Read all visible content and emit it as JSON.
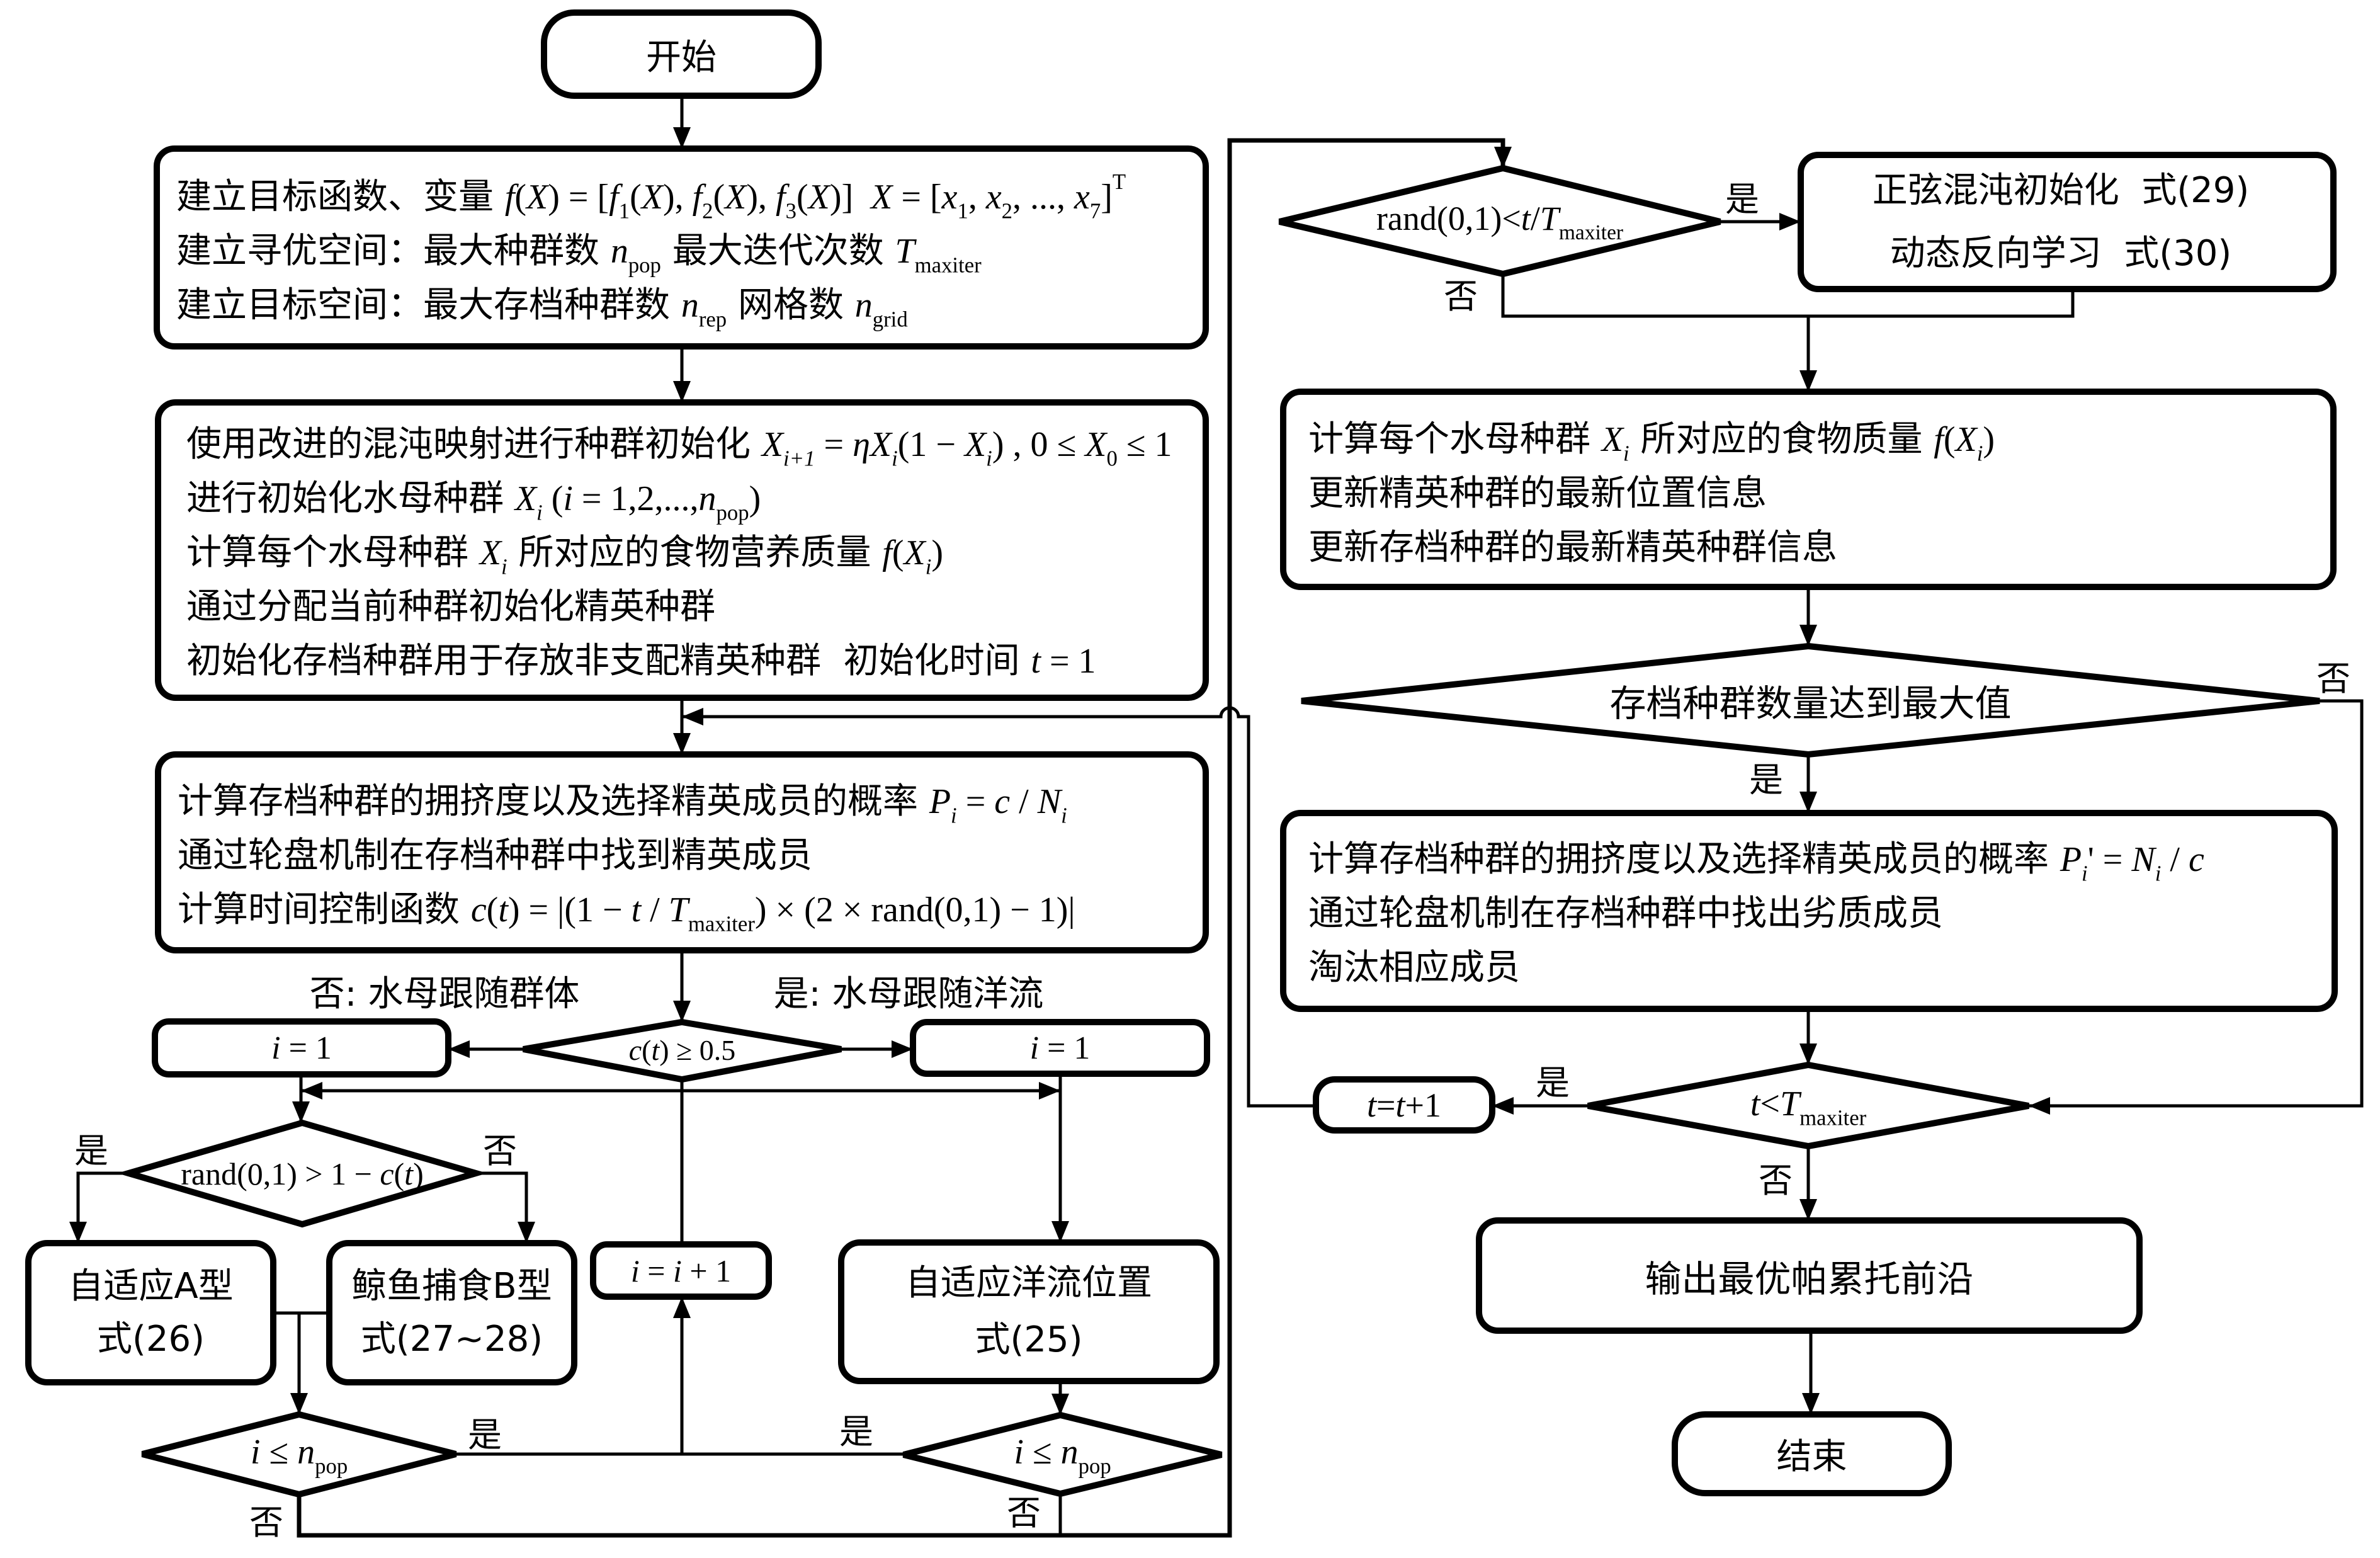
{
  "figure": {
    "type": "flowchart",
    "nodes": {
      "start": {
        "label": "开始"
      },
      "problem_setup": {
        "lines": [
          [
            [
              "建立目标函数、变量 ",
              ""
            ],
            [
              "f",
              "i"
            ],
            [
              "(",
              "m"
            ],
            [
              "X",
              "i"
            ],
            [
              ") = [",
              "m"
            ],
            [
              "f",
              "i"
            ],
            [
              "1",
              "sub"
            ],
            [
              "(",
              "m"
            ],
            [
              "X",
              "i"
            ],
            [
              "), ",
              "m"
            ],
            [
              "f",
              "i"
            ],
            [
              "2",
              "sub"
            ],
            [
              "(",
              "m"
            ],
            [
              "X",
              "i"
            ],
            [
              "), ",
              "m"
            ],
            [
              "f",
              "i"
            ],
            [
              "3",
              "sub"
            ],
            [
              "(",
              "m"
            ],
            [
              "X",
              "i"
            ],
            [
              ")]  ",
              "m"
            ],
            [
              "X",
              "i"
            ],
            [
              " = [",
              "m"
            ],
            [
              "x",
              "i"
            ],
            [
              "1",
              "sub"
            ],
            [
              ", ",
              "m"
            ],
            [
              "x",
              "i"
            ],
            [
              "2",
              "sub"
            ],
            [
              ", ..., ",
              "m"
            ],
            [
              "x",
              "i"
            ],
            [
              "7",
              "sub"
            ],
            [
              "]",
              "m"
            ],
            [
              "T",
              "sup"
            ]
          ],
          [
            [
              "建立寻优空间：最大种群数 ",
              ""
            ],
            [
              "n",
              "i"
            ],
            [
              "pop",
              "sub"
            ],
            [
              " 最大迭代次数 ",
              ""
            ],
            [
              "T",
              "i"
            ],
            [
              "maxiter",
              "sub"
            ]
          ],
          [
            [
              "建立目标空间：最大存档种群数 ",
              ""
            ],
            [
              "n",
              "i"
            ],
            [
              "rep",
              "sub"
            ],
            [
              " 网格数 ",
              ""
            ],
            [
              "n",
              "i"
            ],
            [
              "grid",
              "sub"
            ]
          ]
        ]
      },
      "population_init": {
        "lines": [
          [
            [
              "使用改进的混沌映射进行种群初始化 ",
              ""
            ],
            [
              "X",
              "i"
            ],
            [
              "i+1",
              "isub"
            ],
            [
              " = ",
              "m"
            ],
            [
              "η",
              "i"
            ],
            [
              "X",
              "i"
            ],
            [
              "i",
              "isub"
            ],
            [
              "(1 − ",
              "m"
            ],
            [
              "X",
              "i"
            ],
            [
              "i",
              "isub"
            ],
            [
              ") , 0 ≤ ",
              "m"
            ],
            [
              "X",
              "i"
            ],
            [
              "0",
              "sub"
            ],
            [
              " ≤ 1",
              "m"
            ]
          ],
          [
            [
              "进行初始化水母种群 ",
              ""
            ],
            [
              "X",
              "i"
            ],
            [
              "i",
              "isub"
            ],
            [
              " (",
              "m"
            ],
            [
              "i",
              "i"
            ],
            [
              " = 1,2,...,",
              "m"
            ],
            [
              "n",
              "i"
            ],
            [
              "pop",
              "sub"
            ],
            [
              ")",
              "m"
            ]
          ],
          [
            [
              "计算每个水母种群 ",
              ""
            ],
            [
              "X",
              "i"
            ],
            [
              "i",
              "isub"
            ],
            [
              " 所对应的食物营养质量 ",
              ""
            ],
            [
              "f",
              "i"
            ],
            [
              "(",
              "m"
            ],
            [
              "X",
              "i"
            ],
            [
              "i",
              "isub"
            ],
            [
              ")",
              "m"
            ]
          ],
          [
            [
              "通过分配当前种群初始化精英种群",
              ""
            ]
          ],
          [
            [
              "初始化存档种群用于存放非支配精英种群  初始化时间 ",
              ""
            ],
            [
              "t",
              "i"
            ],
            [
              " = 1",
              "m"
            ]
          ]
        ]
      },
      "archive_selection": {
        "lines": [
          [
            [
              "计算存档种群的拥挤度以及选择精英成员的概率 ",
              ""
            ],
            [
              "P",
              "i"
            ],
            [
              "i",
              "isub"
            ],
            [
              " = ",
              "m"
            ],
            [
              "c",
              "i"
            ],
            [
              " / ",
              "m"
            ],
            [
              "N",
              "i"
            ],
            [
              "i",
              "isub"
            ]
          ],
          [
            [
              "通过轮盘机制在存档种群中找到精英成员",
              ""
            ]
          ],
          [
            [
              "计算时间控制函数 ",
              ""
            ],
            [
              "c",
              "i"
            ],
            [
              "(",
              "m"
            ],
            [
              "t",
              "i"
            ],
            [
              ") = |(1 − ",
              "m"
            ],
            [
              "t",
              "i"
            ],
            [
              " / ",
              "m"
            ],
            [
              "T",
              "i"
            ],
            [
              "maxiter",
              "sub"
            ],
            [
              ") × (2 × rand(0,1) − 1)|",
              "m"
            ]
          ]
        ]
      },
      "strategy_branch": {
        "condition": [
          [
            [
              "c",
              "i"
            ],
            [
              "(",
              "m"
            ],
            [
              "t",
              "i"
            ],
            [
              ") ≥ 0.5",
              "m"
            ]
          ]
        ],
        "no_label": "否: 水母跟随群体",
        "yes_label": "是: 水母跟随洋流"
      },
      "swarm_counter_init": {
        "label": [
          [
            [
              "i",
              "i"
            ],
            [
              " = 1",
              "m"
            ]
          ]
        ]
      },
      "ocean_counter_init": {
        "label": [
          [
            [
              "i",
              "i"
            ],
            [
              " = 1",
              "m"
            ]
          ]
        ]
      },
      "motion_branch": {
        "condition": [
          [
            [
              "rand(0,1) > 1 − ",
              "m"
            ],
            [
              "c",
              "i"
            ],
            [
              "(",
              "m"
            ],
            [
              "t",
              "i"
            ],
            [
              ")",
              "m"
            ]
          ]
        ]
      },
      "passive_motion_a": {
        "lines": [
          "自适应A型",
          "式(26)"
        ]
      },
      "whale_predation_b": {
        "lines": [
          "鲸鱼捕食B型",
          "式(27~28)"
        ]
      },
      "counter_increment": {
        "label": [
          [
            [
              "i",
              "i"
            ],
            [
              " = ",
              "m"
            ],
            [
              "i",
              "i"
            ],
            [
              " + 1",
              "m"
            ]
          ]
        ]
      },
      "ocean_current_update": {
        "lines": [
          "自适应洋流位置",
          "式(25)"
        ]
      },
      "swarm_loop_check": {
        "condition": [
          [
            [
              "i",
              "i"
            ],
            [
              " ≤ ",
              "m"
            ],
            [
              "n",
              "i"
            ],
            [
              "pop",
              "sub"
            ]
          ]
        ]
      },
      "ocean_loop_check": {
        "condition": [
          [
            [
              "i",
              "i"
            ],
            [
              " ≤ ",
              "m"
            ],
            [
              "n",
              "i"
            ],
            [
              "pop",
              "sub"
            ]
          ]
        ]
      },
      "chaos_branch": {
        "condition": [
          [
            [
              "rand(0,1)<",
              "m"
            ],
            [
              "t",
              "i"
            ],
            [
              "/",
              "m"
            ],
            [
              "T",
              "i"
            ],
            [
              "maxiter",
              "sub"
            ]
          ]
        ]
      },
      "chaos_reinit": {
        "lines": [
          "正弦混沌初始化  式(29)",
          "动态反向学习  式(30)"
        ]
      },
      "evaluate_update": {
        "lines": [
          [
            [
              "计算每个水母种群 ",
              ""
            ],
            [
              "X",
              "i"
            ],
            [
              "i",
              "isub"
            ],
            [
              " 所对应的食物质量 ",
              ""
            ],
            [
              "f",
              "i"
            ],
            [
              "(",
              "m"
            ],
            [
              "X",
              "i"
            ],
            [
              "i",
              "isub"
            ],
            [
              ")",
              "m"
            ]
          ],
          [
            [
              "更新精英种群的最新位置信息",
              ""
            ]
          ],
          [
            [
              "更新存档种群的最新精英种群信息",
              ""
            ]
          ]
        ]
      },
      "archive_full_check": {
        "condition": "存档种群数量达到最大值"
      },
      "archive_prune": {
        "lines": [
          [
            [
              "计算存档种群的拥挤度以及选择精英成员的概率 ",
              ""
            ],
            [
              "P",
              "i"
            ],
            [
              "i",
              "isub"
            ],
            [
              "' = ",
              "m"
            ],
            [
              "N",
              "i"
            ],
            [
              "i",
              "isub"
            ],
            [
              " / ",
              "m"
            ],
            [
              "c",
              "i"
            ]
          ],
          [
            [
              "通过轮盘机制在存档种群中找出劣质成员",
              ""
            ]
          ],
          [
            [
              "淘汰相应成员",
              ""
            ]
          ]
        ]
      },
      "iteration_check": {
        "condition": [
          [
            [
              "t",
              "i"
            ],
            [
              "<",
              "m"
            ],
            [
              "T",
              "i"
            ],
            [
              "maxiter",
              "sub"
            ]
          ]
        ]
      },
      "time_increment": {
        "label": [
          [
            [
              "t",
              "i"
            ],
            [
              "=",
              "m"
            ],
            [
              "t",
              "i"
            ],
            [
              "+1",
              "m"
            ]
          ]
        ]
      },
      "output": {
        "label": "输出最优帕累托前沿"
      },
      "end": {
        "label": "结束"
      }
    },
    "edge_labels": {
      "motion_yes": "是",
      "motion_no": "否",
      "swarm_loop_yes": "是",
      "swarm_loop_no": "否",
      "ocean_loop_yes": "是",
      "ocean_loop_no": "否",
      "chaos_yes": "是",
      "chaos_no": "否",
      "archive_full_no": "否",
      "archive_full_yes": "是",
      "iteration_yes": "是",
      "iteration_no": "否"
    }
  }
}
